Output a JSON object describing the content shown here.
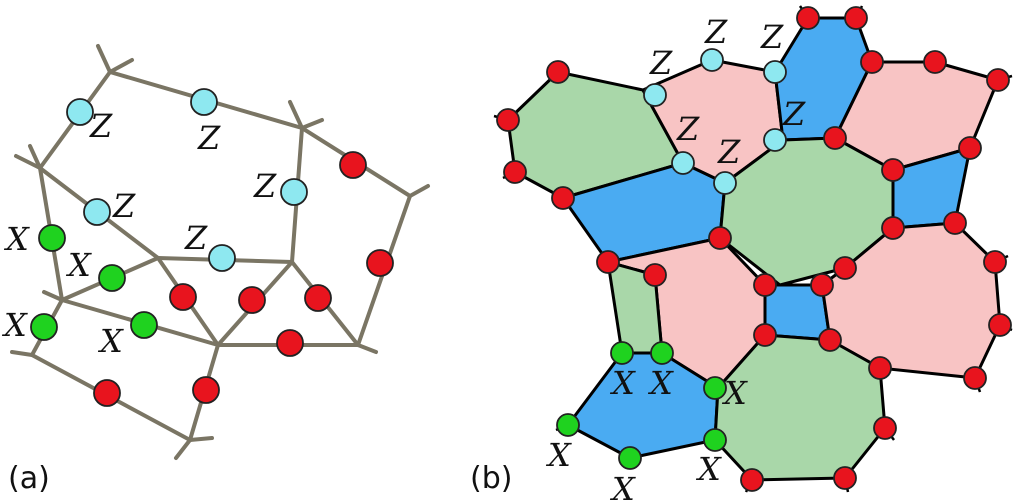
{
  "panels": [
    {
      "label": "(a)"
    },
    {
      "label": "(b)"
    }
  ],
  "qubit_labels": {
    "z": "Z",
    "x": "X"
  },
  "colors": {
    "red_qubit": "#e8141e",
    "cyan_qubit": "#8ee8f0",
    "green_qubit": "#1fd21f",
    "lattice_edge": "#7a7564",
    "plaquette_green": "#a9d7a9",
    "plaquette_blue": "#4aabf2",
    "plaquette_pink": "#f8c4c4"
  }
}
